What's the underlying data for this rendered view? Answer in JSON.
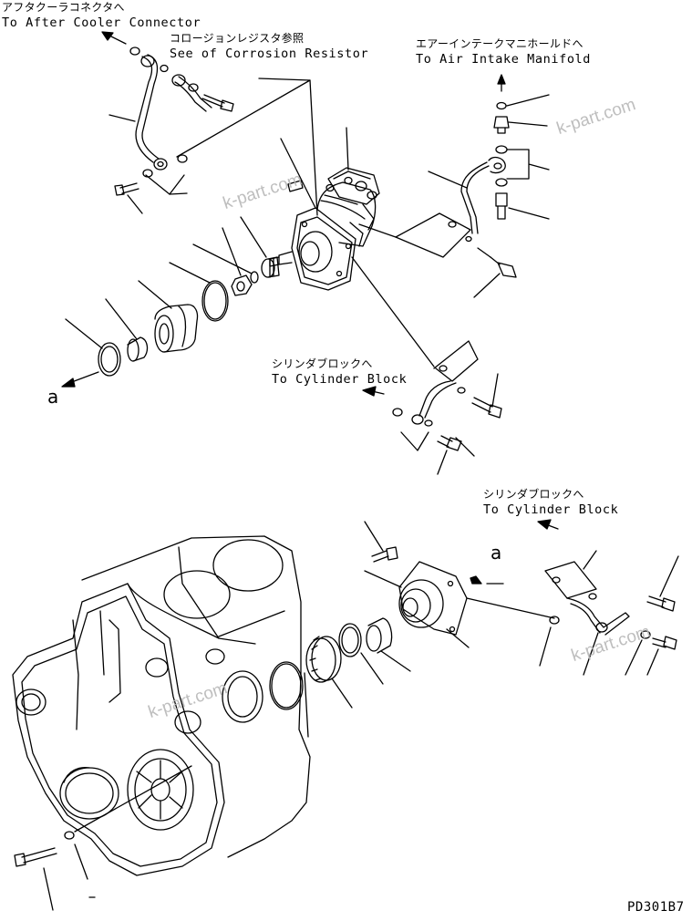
{
  "callouts": {
    "after_cooler": {
      "jp": "アフタクーラコネクタへ",
      "en": "To After Cooler Connector"
    },
    "corrosion": {
      "jp": "コロージョンレジスタ参照",
      "en": "See of Corrosion Resistor"
    },
    "intake": {
      "jp": "エアーインテークマニホールドへ",
      "en": "To Air Intake Manifold"
    },
    "cylinder_block_1": {
      "jp": "シリンダブロックへ",
      "en": "To Cylinder Block"
    },
    "cylinder_block_2": {
      "jp": "シリンダブロックへ",
      "en": "To Cylinder Block"
    }
  },
  "reference_letters": {
    "a1": "a",
    "a2": "a"
  },
  "watermark": "k-part.com",
  "drawing_id": "PD301B7"
}
